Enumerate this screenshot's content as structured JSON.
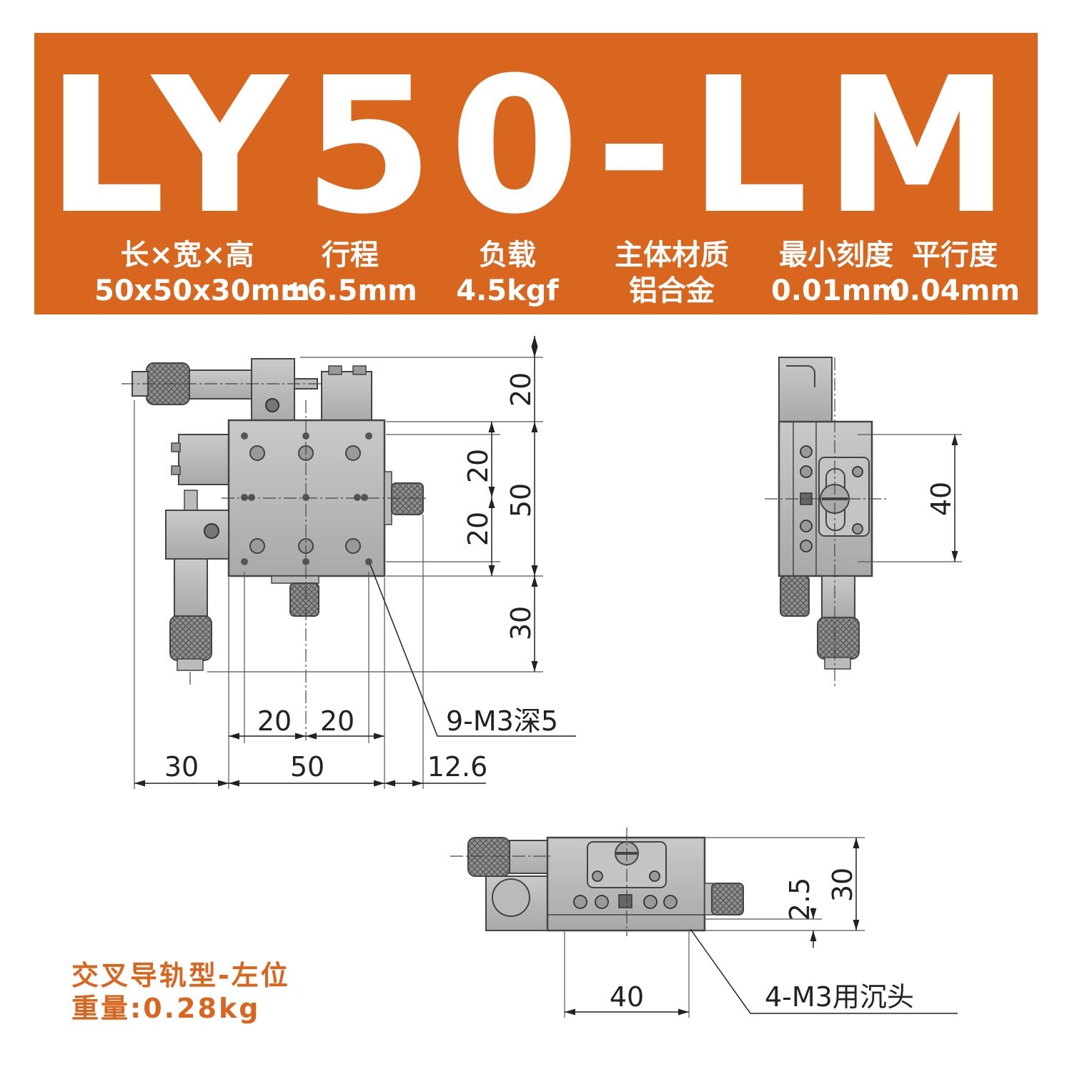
{
  "banner": {
    "model": "LY50-LM",
    "color": "#d9661f",
    "specs": [
      {
        "label": "长×宽×高",
        "value": "50x50x30mm"
      },
      {
        "label": "行程",
        "value": "±6.5mm"
      },
      {
        "label": "负载",
        "value": "4.5kgf"
      },
      {
        "label": "主体材质",
        "value": "铝合金"
      },
      {
        "label": "最小刻度",
        "value": "0.01mm"
      },
      {
        "label": "平行度",
        "value": "0.04mm"
      }
    ]
  },
  "top_view": {
    "dims": {
      "d20_top": "20",
      "d20_a": "20",
      "d50_v": "50",
      "d20_b": "20",
      "d30_v": "30",
      "d20_h1": "20",
      "d20_h2": "20",
      "d30_h": "30",
      "d50_h": "50",
      "d12_6": "12.6"
    },
    "hole_note": "9-M3深5"
  },
  "side_view": {
    "dims": {
      "d40": "40"
    }
  },
  "front_view": {
    "dims": {
      "d2_5": "2.5",
      "d30": "30",
      "d40": "40"
    },
    "hole_note": "4-M3用沉头"
  },
  "notes": {
    "type": "交叉导轨型-左位",
    "weight": "重量:0.28kg"
  }
}
